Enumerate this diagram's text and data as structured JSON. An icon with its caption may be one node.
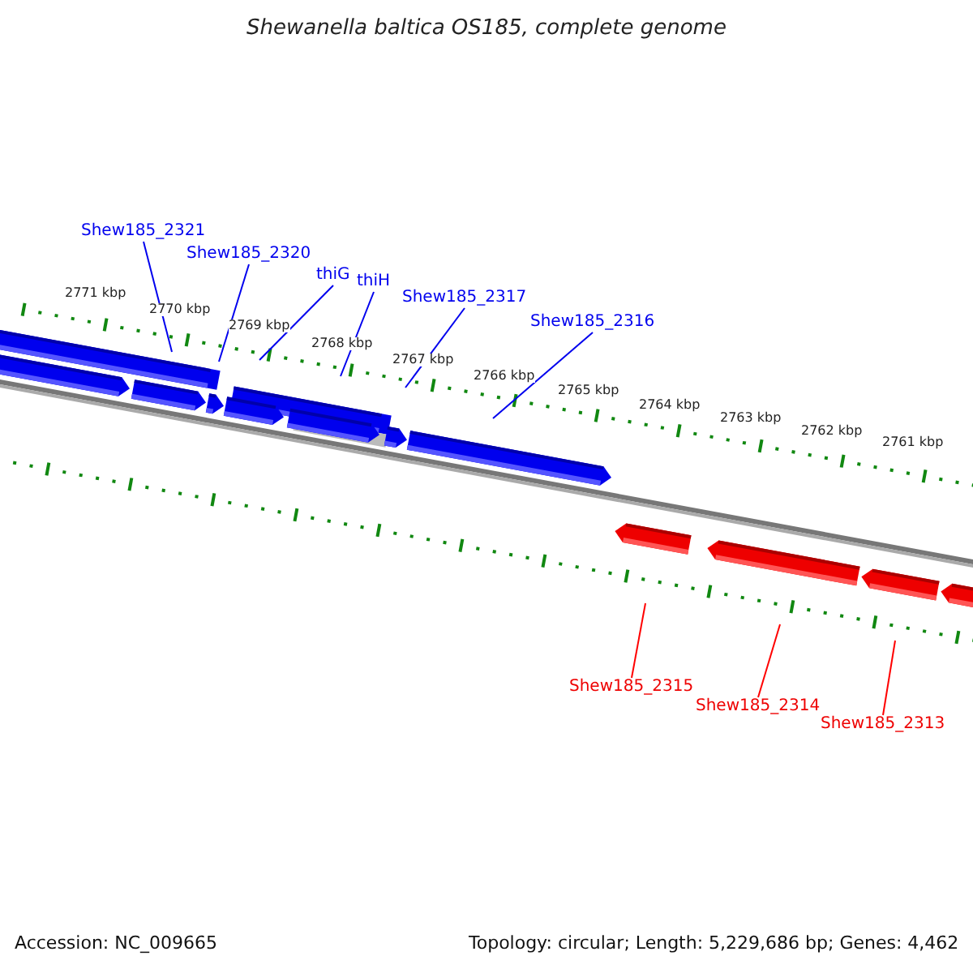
{
  "diagram": {
    "title": "Shewanella baltica OS185, complete genome",
    "nodes": [
      {
        "text": [
          "Shew185_2321"
        ]
      },
      {
        "text": [
          "Shew185_2320"
        ]
      },
      {
        "text": [
          "thiG"
        ]
      },
      {
        "text": [
          "thiH"
        ]
      },
      {
        "text": [
          "Shew185_2317"
        ]
      },
      {
        "text": [
          "Shew185_2316"
        ]
      },
      {
        "text": [
          "Shew185_2315"
        ]
      },
      {
        "text": [
          "Shew185_2314"
        ]
      },
      {
        "text": [
          "Shew185_2313"
        ]
      }
    ],
    "edges": [
      {
        "from": 0,
        "to": null,
        "arrow": "none"
      },
      {
        "from": 1,
        "to": null,
        "arrow": "none"
      },
      {
        "from": 2,
        "to": null,
        "arrow": "none"
      },
      {
        "from": 3,
        "to": null,
        "arrow": "none"
      },
      {
        "from": 4,
        "to": null,
        "arrow": "none"
      },
      {
        "from": 5,
        "to": null,
        "arrow": "none"
      },
      {
        "from": 6,
        "to": null,
        "arrow": "none",
        "color": "#ff0000"
      },
      {
        "from": 7,
        "to": null,
        "arrow": "none",
        "color": "#ff0000"
      },
      {
        "from": 8,
        "to": null,
        "arrow": "none",
        "color": "#ff0000"
      }
    ],
    "labels": [
      "2771 kbp",
      "2770 kbp",
      "2769 kbp",
      "2768 kbp",
      "2767 kbp",
      "2766 kbp",
      "2765 kbp",
      "2764 kbp",
      "2763 kbp",
      "2762 kbp",
      "2761 kbp",
      "Accession: NC_009665",
      "Topology: circular; Length: 5,229,686 bp; Genes: 4,462"
    ]
  }
}
